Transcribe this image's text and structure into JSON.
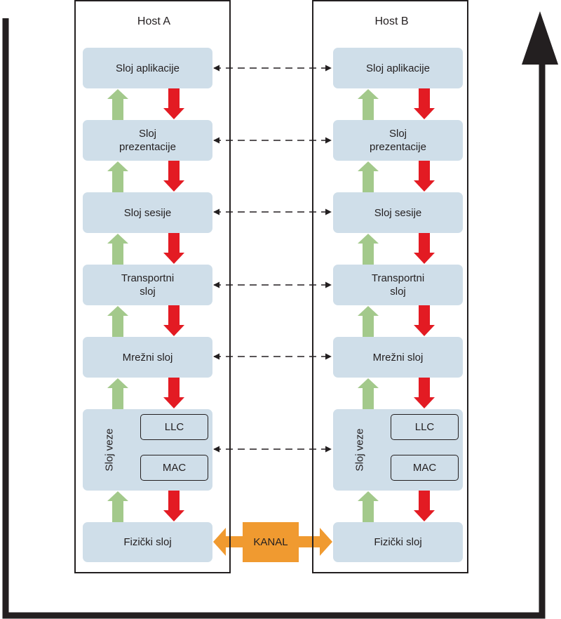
{
  "hosts": [
    {
      "title": "Host A",
      "layers": [
        {
          "lines": [
            "Sloj aplikacije"
          ]
        },
        {
          "lines": [
            "Sloj",
            "prezentacije"
          ]
        },
        {
          "lines": [
            "Sloj sesije"
          ]
        },
        {
          "lines": [
            "Transportni",
            "sloj"
          ]
        },
        {
          "lines": [
            "Mrežni sloj"
          ]
        },
        {
          "label": "Sloj veze",
          "sublayers": [
            "LLC",
            "MAC"
          ]
        },
        {
          "lines": [
            "Fizički sloj"
          ]
        }
      ]
    },
    {
      "title": "Host B",
      "layers": [
        {
          "lines": [
            "Sloj aplikacije"
          ]
        },
        {
          "lines": [
            "Sloj",
            "prezentacije"
          ]
        },
        {
          "lines": [
            "Sloj sesije"
          ]
        },
        {
          "lines": [
            "Transportni",
            "sloj"
          ]
        },
        {
          "lines": [
            "Mrežni sloj"
          ]
        },
        {
          "label": "Sloj veze",
          "sublayers": [
            "LLC",
            "MAC"
          ]
        },
        {
          "lines": [
            "Fizički sloj"
          ]
        }
      ]
    }
  ],
  "channel": {
    "label": "KANAL",
    "color": "#f09a30"
  },
  "colors": {
    "layer_fill": "#cfdee9",
    "up_arrow": "#a3c98b",
    "down_arrow": "#e31b23",
    "outline": "#231f20"
  },
  "icons": {
    "up": "up-arrow-icon",
    "down": "down-arrow-icon",
    "peer": "peer-link-dashed-arrow",
    "flow": "data-flow-arrow-icon"
  }
}
